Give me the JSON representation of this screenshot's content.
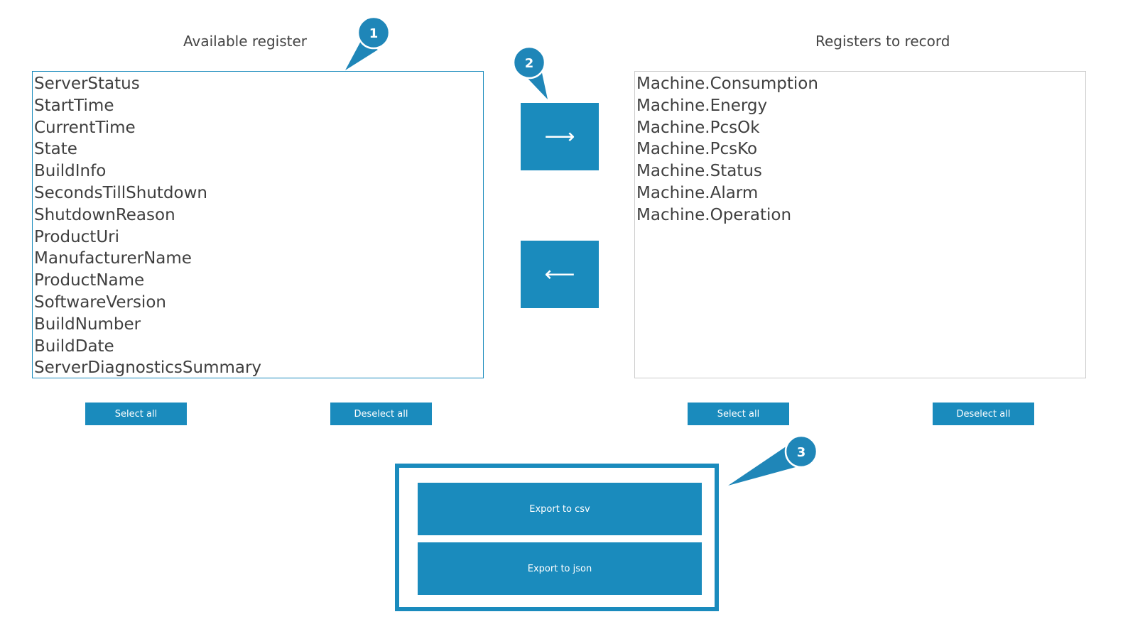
{
  "left_panel": {
    "title": "Available register",
    "items": [
      "ServerStatus",
      "StartTime",
      "CurrentTime",
      "State",
      "BuildInfo",
      "SecondsTillShutdown",
      "ShutdownReason",
      "ProductUri",
      "ManufacturerName",
      "ProductName",
      "SoftwareVersion",
      "BuildNumber",
      "BuildDate",
      "ServerDiagnosticsSummary"
    ],
    "select_all": "Select all",
    "deselect_all": "Deselect all"
  },
  "right_panel": {
    "title": "Registers to record",
    "items": [
      "Machine.Consumption",
      "Machine.Energy",
      "Machine.PcsOk",
      "Machine.PcsKo",
      "Machine.Status",
      "Machine.Alarm",
      "Machine.Operation"
    ],
    "select_all": "Select all",
    "deselect_all": "Deselect all"
  },
  "transfer": {
    "add_icon": "arrow-right-icon",
    "add_glyph": "⟶",
    "remove_icon": "arrow-left-icon",
    "remove_glyph": "⟵"
  },
  "export": {
    "csv_label": "Export to csv",
    "json_label": "Export to json"
  },
  "callouts": [
    "1",
    "2",
    "3"
  ],
  "colors": {
    "accent": "#1a8bbd",
    "callout_fill": "#1f86b8",
    "text": "#444444",
    "border_right": "#cccccc"
  }
}
